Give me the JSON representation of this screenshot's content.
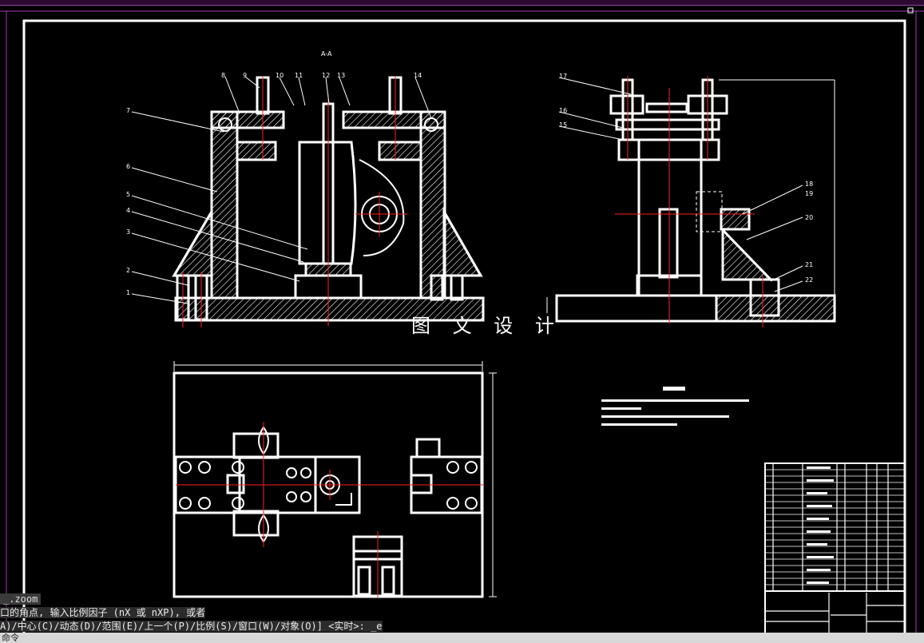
{
  "watermark": "图 文 设 计",
  "section_marker": "A-A",
  "command_history": {
    "zoom_cmd": "_.zoom",
    "prompt_line1": "口的角点, 输入比例因子 (nX 或 nXP), 或者",
    "prompt_line2": "A)/中心(C)/动态(D)/范围(E)/上一个(P)/比例(S)/窗口(W)/对象(O)] <实时>: _e"
  },
  "command_input": {
    "label": "命令"
  },
  "balloon_numbers": {
    "front_view": [
      "1",
      "2",
      "3",
      "4",
      "5",
      "6",
      "7",
      "8",
      "9",
      "10",
      "11",
      "12",
      "13",
      "14"
    ],
    "side_view": [
      "15",
      "16",
      "17",
      "18",
      "19",
      "20",
      "21",
      "22"
    ]
  },
  "colors": {
    "background": "#000000",
    "linework": "#ffffff",
    "center_lines": "#ff2020",
    "hatch": "#ffffff",
    "frame_accent": "#a040b0"
  }
}
